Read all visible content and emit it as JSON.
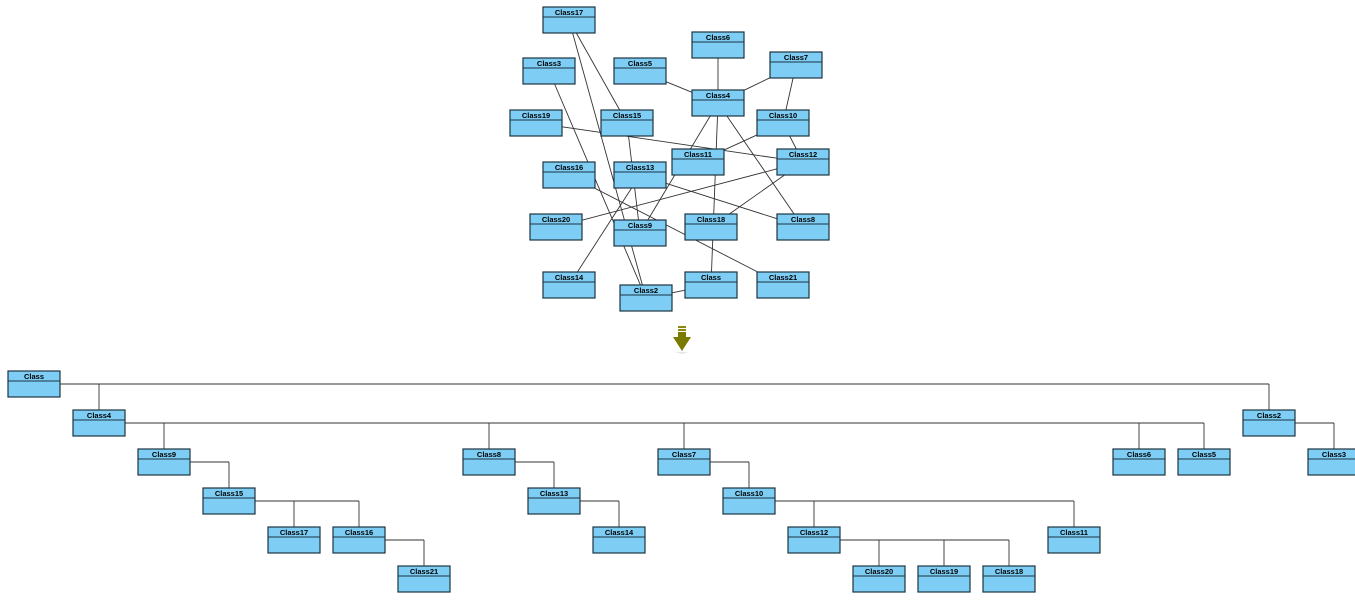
{
  "before_diagram": {
    "classes": [
      "Class17",
      "Class3",
      "Class5",
      "Class6",
      "Class7",
      "Class4",
      "Class19",
      "Class15",
      "Class10",
      "Class11",
      "Class12",
      "Class16",
      "Class13",
      "Class20",
      "Class9",
      "Class18",
      "Class8",
      "Class14",
      "Class2",
      "Class",
      "Class21"
    ],
    "associations": [
      [
        "Class17",
        "Class15"
      ],
      [
        "Class3",
        "Class2"
      ],
      [
        "Class17",
        "Class2"
      ],
      [
        "Class5",
        "Class4"
      ],
      [
        "Class6",
        "Class4"
      ],
      [
        "Class7",
        "Class4"
      ],
      [
        "Class7",
        "Class10"
      ],
      [
        "Class4",
        "Class9"
      ],
      [
        "Class4",
        "Class"
      ],
      [
        "Class4",
        "Class8"
      ],
      [
        "Class19",
        "Class12"
      ],
      [
        "Class15",
        "Class9"
      ],
      [
        "Class10",
        "Class11"
      ],
      [
        "Class10",
        "Class12"
      ],
      [
        "Class16",
        "Class21"
      ],
      [
        "Class13",
        "Class8"
      ],
      [
        "Class13",
        "Class14"
      ],
      [
        "Class20",
        "Class12"
      ],
      [
        "Class12",
        "Class18"
      ],
      [
        "Class2",
        "Class"
      ]
    ]
  },
  "transform_icon": "down-arrow-icon",
  "after_tree": {
    "classes": [
      "Class",
      "Class4",
      "Class2",
      "Class9",
      "Class8",
      "Class7",
      "Class6",
      "Class5",
      "Class3",
      "Class15",
      "Class13",
      "Class10",
      "Class17",
      "Class16",
      "Class14",
      "Class12",
      "Class11",
      "Class21",
      "Class20",
      "Class19",
      "Class18"
    ],
    "hierarchy": {
      "Class": [
        "Class4",
        "Class2"
      ],
      "Class4": [
        "Class9",
        "Class8",
        "Class7",
        "Class6",
        "Class5"
      ],
      "Class2": [
        "Class3"
      ],
      "Class9": [
        "Class15"
      ],
      "Class15": [
        "Class17",
        "Class16"
      ],
      "Class16": [
        "Class21"
      ],
      "Class8": [
        "Class13"
      ],
      "Class13": [
        "Class14"
      ],
      "Class7": [
        "Class10"
      ],
      "Class10": [
        "Class12",
        "Class11"
      ],
      "Class12": [
        "Class20",
        "Class19",
        "Class18"
      ]
    }
  },
  "colors": {
    "class_fill": "#7dcdf5",
    "class_border": "#1d3440",
    "arrow": "#7a7a00"
  }
}
